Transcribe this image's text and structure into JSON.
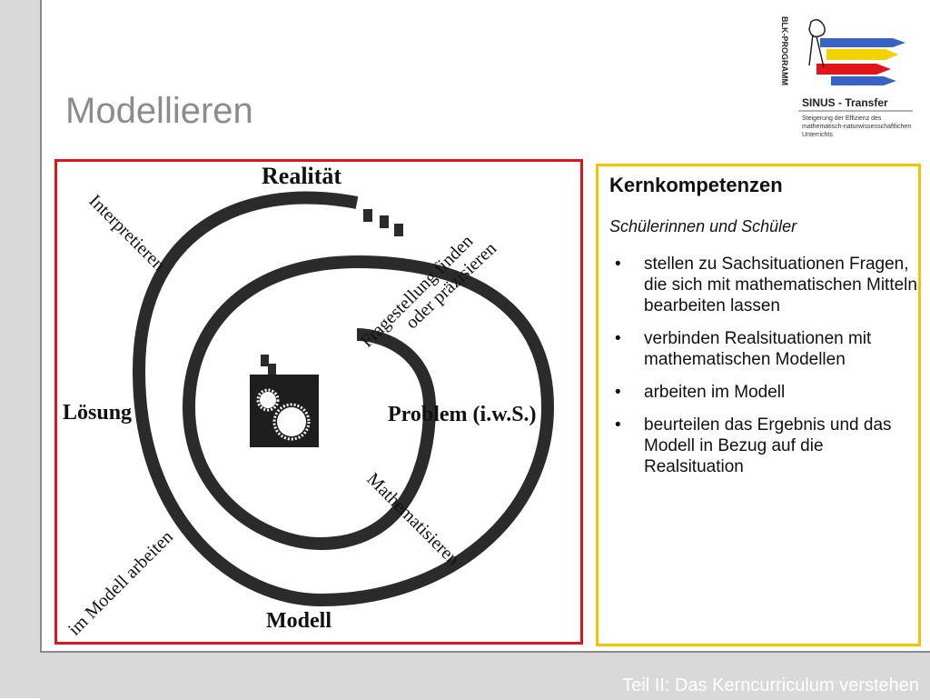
{
  "slide": {
    "title": "Modellieren",
    "footer": "Teil II: Das Kerncurriculum verstehen"
  },
  "logo": {
    "vertical_text": "BLK-PROGRAMM",
    "name": "SINUS - Transfer",
    "subtitle_line1": "Steigerung der Effizienz des",
    "subtitle_line2": "mathematisch-naturwissenschaftlichen",
    "subtitle_line3": "Unterrichts"
  },
  "diagram": {
    "labels": {
      "realitaet": "Realität",
      "loesung": "Lösung",
      "problem": "Problem (i.w.S.)",
      "modell": "Modell",
      "interpretieren": "Interpretieren",
      "fragestellung_1": "Fragestellung finden",
      "fragestellung_2": "oder präzisieren",
      "mathematisieren": "Mathematisieren",
      "im_modell": "im Modell arbeiten"
    },
    "colors": {
      "frame": "#e3131b",
      "spiral": "#2b2b2b"
    }
  },
  "card": {
    "heading": "Kernkompetenzen",
    "subheading": "Schülerinnen und Schüler",
    "bullet_glyph": "•",
    "items": [
      "stellen zu Sachsituationen Fragen, die sich mit mathematischen Mitteln bearbeiten lassen",
      "verbinden Realsituationen mit mathematischen Modellen",
      "arbeiten im Modell",
      "beurteilen das Ergebnis und das Modell in Bezug auf die Realsituation"
    ],
    "colors": {
      "frame": "#f5c300"
    }
  }
}
